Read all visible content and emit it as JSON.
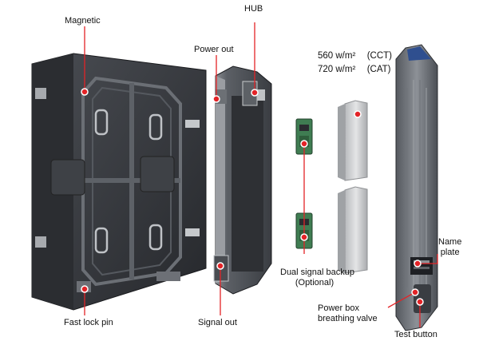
{
  "labels": {
    "magnetic": "Magnetic",
    "hub": "HUB",
    "power_out": "Power out",
    "signal_out": "Signal out",
    "fast_lock_pin": "Fast lock pin",
    "dual_signal_backup": "Dual signal backup",
    "optional": "(Optional)",
    "name_plate_1": "Name",
    "name_plate_2": "plate",
    "power_box_1": "Power box",
    "power_box_2": "breathing valve",
    "test_button": "Test button"
  },
  "power_density": [
    {
      "value": "560 w/m²",
      "type": "(CCT)"
    },
    {
      "value": "720 w/m²",
      "type": "(CAT)"
    }
  ],
  "colors": {
    "callout": "#e32327",
    "cabinet": "#3a3d42",
    "cabinet_dark": "#1e2024",
    "module_body": "#50545a",
    "board_green": "#3f7d52",
    "psu_silver": "#c8cacc",
    "panel_blue": "#2f4f8f"
  },
  "icons": [
    "callout-dot"
  ]
}
